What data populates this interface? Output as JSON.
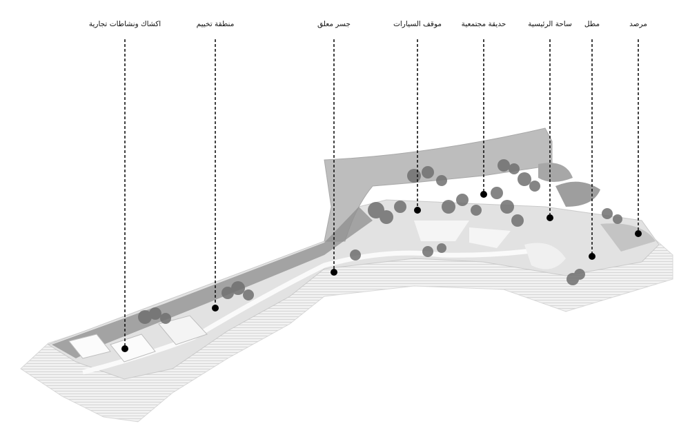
{
  "labels": [
    "اكشاك ونشاطات تجارية",
    "منطقة تخييم",
    "جسر معلق",
    "موقف السيارات",
    "حديقة مجتمعية",
    "ساحة الرئيسية",
    "مطل",
    "مرصد"
  ],
  "colors": {
    "line": "#111111",
    "terrain_light": "#e6e6e6",
    "terrain_dark": "#9a9a9a",
    "trees": "#6e6e6e"
  }
}
